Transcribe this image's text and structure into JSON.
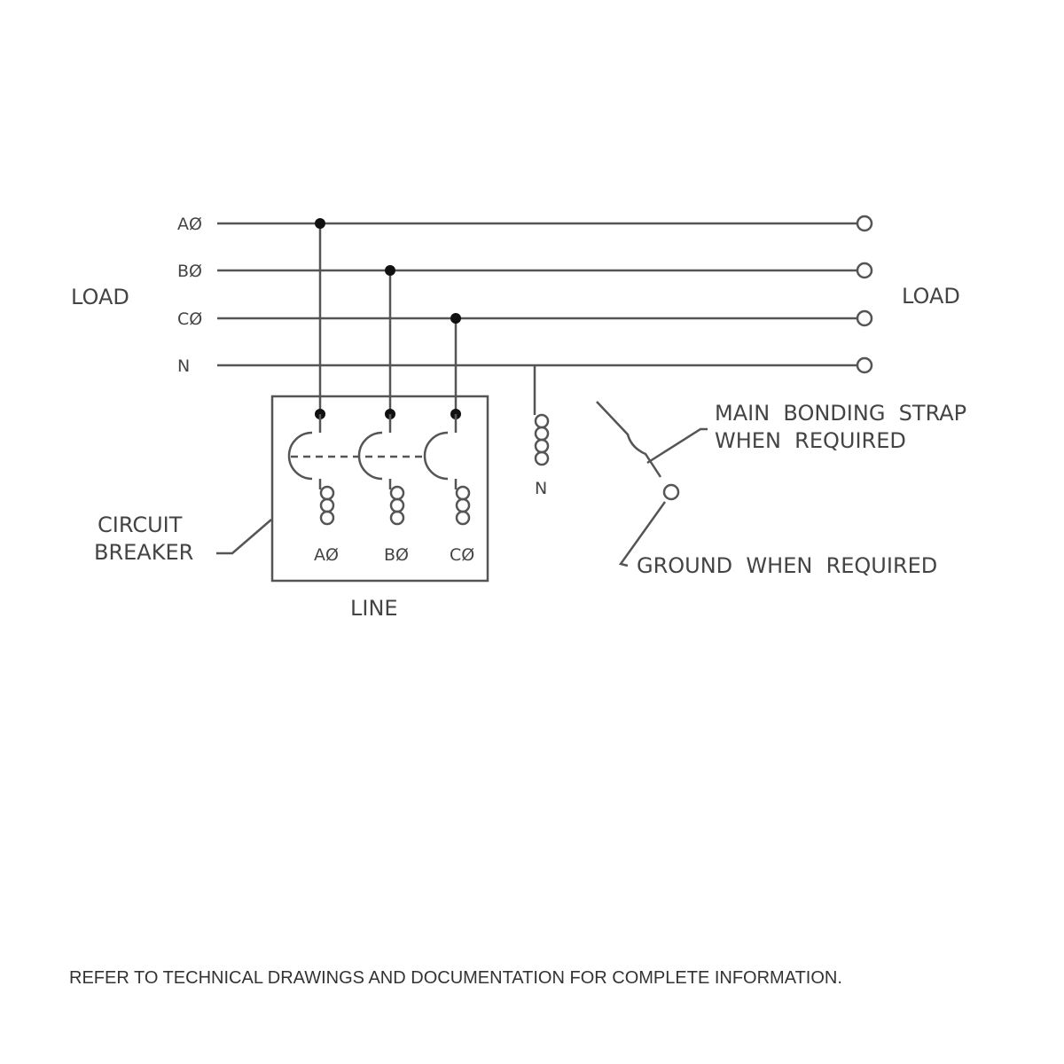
{
  "buses": [
    "AØ",
    "BØ",
    "CØ",
    "N"
  ],
  "load_left": "LOAD",
  "load_right": "LOAD",
  "breaker": {
    "label_line1": "CIRCUIT",
    "label_line2": "BREAKER",
    "poles": [
      "AØ",
      "BØ",
      "CØ"
    ],
    "line_label": "LINE"
  },
  "neutral_label": "N",
  "bonding_line1": "MAIN  BONDING  STRAP",
  "bonding_line2": "WHEN  REQUIRED",
  "ground_label": "GROUND  WHEN  REQUIRED",
  "footer_note": "REFER TO TECHNICAL DRAWINGS AND DOCUMENTATION FOR COMPLETE INFORMATION."
}
